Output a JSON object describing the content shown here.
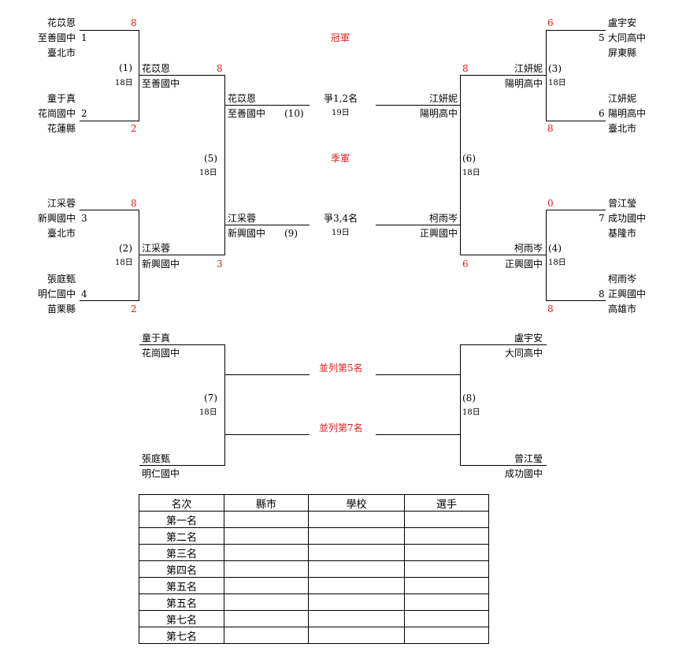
{
  "players": {
    "p1": {
      "seed": "1",
      "name": "花苡恩",
      "school": "至善國中",
      "city": "臺北市"
    },
    "p2": {
      "seed": "2",
      "name": "童于真",
      "school": "花崗國中",
      "city": "花蓮縣"
    },
    "p3": {
      "seed": "3",
      "name": "江采蓉",
      "school": "新興國中",
      "city": "臺北市"
    },
    "p4": {
      "seed": "4",
      "name": "張庭甄",
      "school": "明仁國中",
      "city": "苗栗縣"
    },
    "p5": {
      "seed": "5",
      "name": "盧宇安",
      "school": "大同高中",
      "city": "屏東縣"
    },
    "p6": {
      "seed": "6",
      "name": "江妍妮",
      "school": "陽明高中",
      "city": "臺北市"
    },
    "p7": {
      "seed": "7",
      "name": "曾江瑩",
      "school": "成功國中",
      "city": "基隆市"
    },
    "p8": {
      "seed": "8",
      "name": "柯雨岑",
      "school": "正興國中",
      "city": "高雄市"
    }
  },
  "scores": {
    "m1": [
      "8",
      "2"
    ],
    "m2": [
      "8",
      "2"
    ],
    "m3": [
      "6",
      "8"
    ],
    "m4": [
      "0",
      "8"
    ],
    "m5": [
      "8",
      "3"
    ],
    "m6": [
      "8",
      "6"
    ]
  },
  "matches": {
    "m1": {
      "no": "(1)",
      "date": "18日"
    },
    "m2": {
      "no": "(2)",
      "date": "18日"
    },
    "m3": {
      "no": "(3)",
      "date": "18日"
    },
    "m4": {
      "no": "(4)",
      "date": "18日"
    },
    "m5": {
      "no": "(5)",
      "date": "18日"
    },
    "m6": {
      "no": "(6)",
      "date": "18日"
    },
    "m7": {
      "no": "(7)",
      "date": "18日"
    },
    "m8": {
      "no": "(8)",
      "date": "18日"
    },
    "m9": {
      "no": "(9)",
      "date": "19日"
    },
    "m10": {
      "no": "(10)",
      "date": "19日"
    }
  },
  "labels": {
    "champion": "冠軍",
    "third": "季軍",
    "final": "爭1,2名",
    "bronze": "爭3,4名",
    "fifth": "並列第5名",
    "seventh": "並列第7名"
  },
  "results_table": {
    "headers": [
      "名次",
      "縣市",
      "學校",
      "選手"
    ],
    "rows": [
      "第一名",
      "第二名",
      "第三名",
      "第四名",
      "第五名",
      "第五名",
      "第七名",
      "第七名"
    ]
  }
}
